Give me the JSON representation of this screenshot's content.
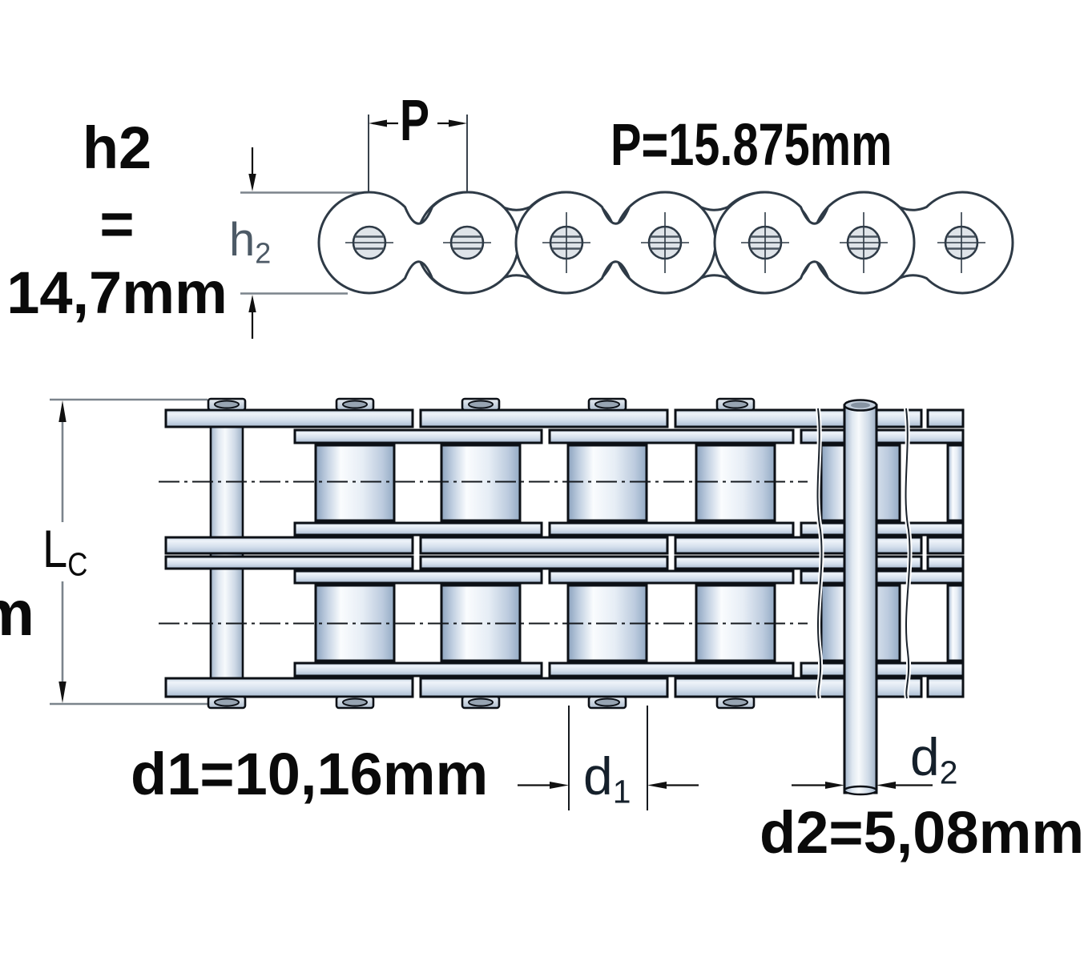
{
  "side_view": {
    "pitch_tag": "P",
    "pitch_callout": "P=15.875mm",
    "height_tag": {
      "base": "h",
      "sub": "2"
    },
    "height_callout_lines": [
      "h2",
      "=",
      "14,7mm"
    ]
  },
  "plan_view": {
    "length_tag": {
      "base": "L",
      "sub": "C"
    },
    "left_truncated_text": "m",
    "roller_tag": {
      "base": "d",
      "sub": "1"
    },
    "roller_callout": "d1=10,16mm",
    "pin_tag": {
      "base": "d",
      "sub": "2"
    },
    "pin_callout": "d2=5,08mm"
  },
  "colors": {
    "background": "#ffffff",
    "text": "#0a0a0a",
    "side_outline": "#2e3a46",
    "plan_outline": "#0c1016",
    "dim_line_gray": "#7b848c",
    "steel_light": "#eef3f9",
    "steel_mid": "#c6d4e4",
    "steel_dark": "#93aac4"
  }
}
